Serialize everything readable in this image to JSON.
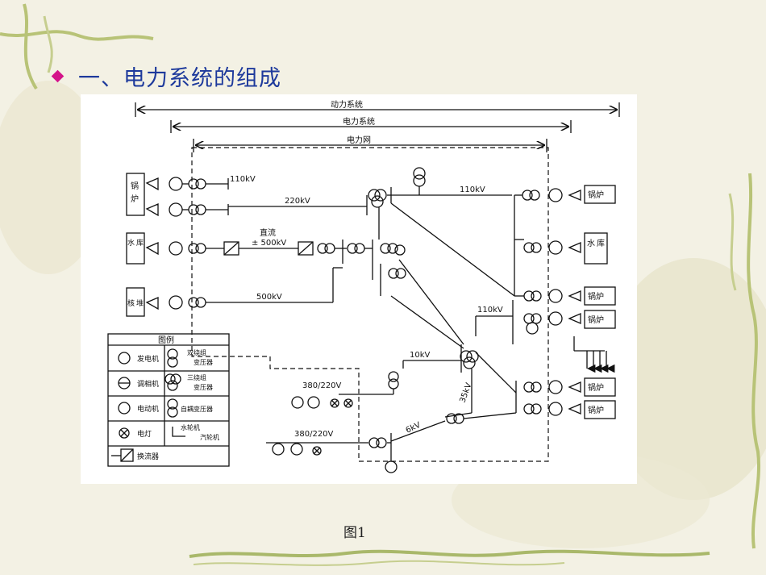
{
  "slide": {
    "title": "一、电力系统的组成",
    "caption": "图1"
  },
  "colors": {
    "title": "#1e3a9c",
    "bullet": "#d4148a",
    "vine": "#a9b86a",
    "background": "#f3f1e4"
  },
  "diagram": {
    "spans": {
      "power_system_dynamic": "动力系统",
      "power_system": "电力系统",
      "power_grid": "电力网"
    },
    "left_sources": {
      "boiler": "锅炉",
      "reservoir": "水库",
      "nuclear": "核堆"
    },
    "right_sources": {
      "boiler_1": "锅炉",
      "reservoir": "水库",
      "boiler_2": "锅炉",
      "boiler_3": "锅炉",
      "boiler_4": "锅炉",
      "boiler_5": "锅炉"
    },
    "labels": {
      "kv110_top_left": "110kV",
      "kv220": "220kV",
      "kv110_top_right": "110kV",
      "dc_label": "直流",
      "dc_voltage": "± 500kV",
      "kv500": "500kV",
      "kv110_mid_right": "110kV",
      "kv10": "10kV",
      "v380_upper": "380/220V",
      "v380_lower": "380/220V",
      "kv35": "35kV",
      "kv6": "6kV"
    },
    "legend": {
      "title": "图例",
      "items": [
        {
          "left": "发电机",
          "right": "双绕组变压器"
        },
        {
          "left": "调相机",
          "right": "三绕组变压器"
        },
        {
          "left": "电动机",
          "right": "自耦变压器"
        },
        {
          "left": "电灯",
          "right": "水轮机 汽轮机"
        },
        {
          "left": "换流器",
          "right": ""
        }
      ],
      "right_lines": {
        "two_winding_a": "双绕组",
        "two_winding_b": "变压器",
        "three_winding_a": "三绕组",
        "three_winding_b": "变压器",
        "auto": "自耦变压器",
        "hydro": "水轮机",
        "steam": "汽轮机"
      }
    }
  }
}
